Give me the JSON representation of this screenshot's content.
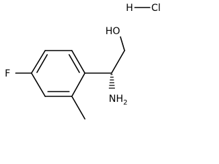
{
  "molecule": {
    "salt": {
      "h_label": "H",
      "cl_label": "Cl"
    },
    "atoms": {
      "hydroxyl": "HO",
      "fluorine": "F",
      "amine_main": "NH",
      "amine_sub": "2"
    }
  },
  "colors": {
    "bond": "#000000",
    "text": "#000000",
    "background": "#ffffff"
  }
}
